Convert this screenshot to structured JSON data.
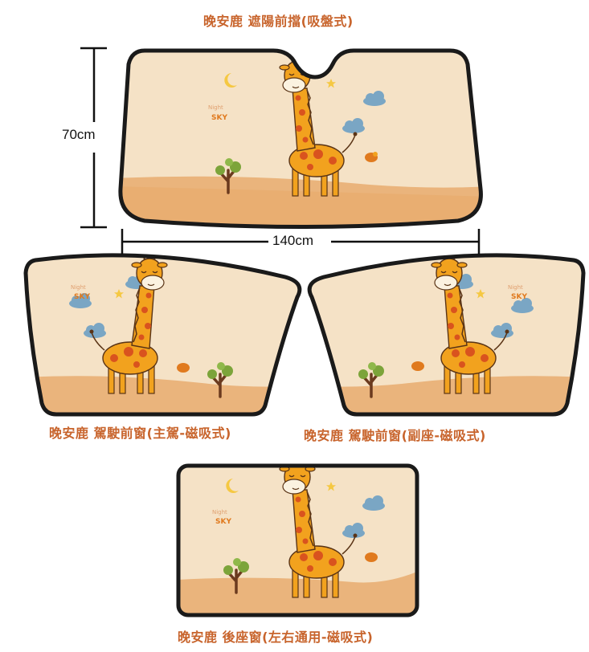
{
  "captions": {
    "windshield": "晚安鹿 遮陽前擋(吸盤式)",
    "driver": "晚安鹿 駕駛前窗(主駕-磁吸式)",
    "passenger": "晚安鹿 駕駛前窗(副座-磁吸式)",
    "rear": "晚安鹿 後座窗(左右通用-磁吸式)"
  },
  "dimensions": {
    "height": "70cm",
    "width": "140cm"
  },
  "art_text": {
    "night": "Night",
    "sky": "SKY"
  },
  "colors": {
    "caption": "#c8642c",
    "sky": "#f5e2c6",
    "ground": "#eab47c",
    "frame": "#1a1a1a",
    "giraffe": "#f2a21e",
    "spots": "#d9531e",
    "cloud": "#7aa6c4",
    "star": "#f5c842",
    "tree_leaf": "#7ca43a",
    "tree_trunk": "#6b3a1e"
  }
}
